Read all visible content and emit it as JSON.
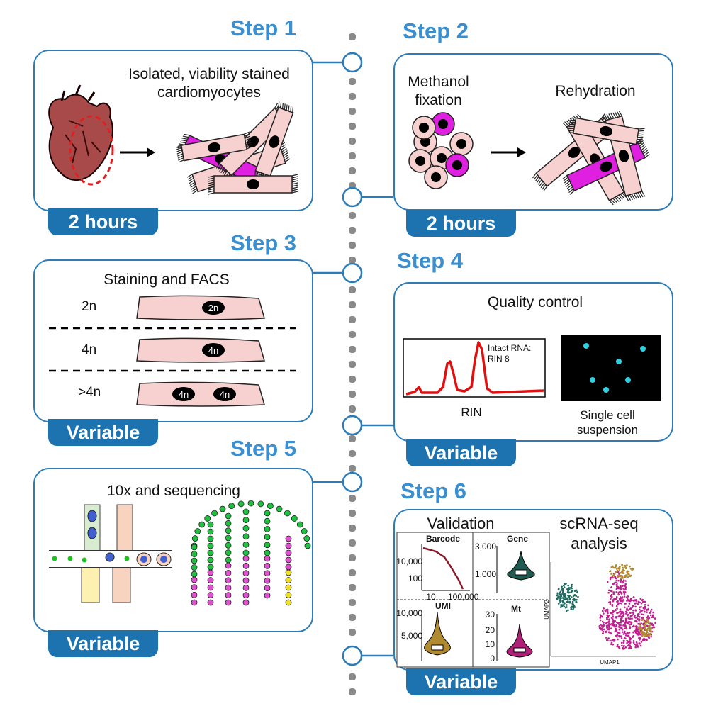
{
  "steps": [
    {
      "title": "Step 1",
      "text": "Isolated, viability stained cardiomyocytes",
      "time": "2 hours"
    },
    {
      "title": "Step 2",
      "text_left": "Methanol fixation",
      "text_right": "Rehydration",
      "time": "2 hours"
    },
    {
      "title": "Step 3",
      "text": "Staining and FACS",
      "time": "Variable",
      "rows": [
        {
          "label": "2n",
          "nuclei": [
            "2n"
          ]
        },
        {
          "label": "4n",
          "nuclei": [
            "4n"
          ]
        },
        {
          "label": ">4n",
          "nuclei": [
            "4n",
            "4n"
          ]
        }
      ]
    },
    {
      "title": "Step 4",
      "text": "Quality control",
      "rin_annot": "Intact RNA: RIN 8",
      "rin_caption": "RIN",
      "cell_caption": "Single cell suspension",
      "time": "Variable"
    },
    {
      "title": "Step 5",
      "text": "10x and sequencing",
      "time": "Variable"
    },
    {
      "title": "Step 6",
      "text_left": "Validation",
      "text_right": "scRNA-seq analysis",
      "time": "Variable",
      "mini_plots": [
        {
          "title": "Barcode",
          "yticks": [
            "10,000",
            "100"
          ],
          "xticks": [
            "10",
            "100,000"
          ]
        },
        {
          "title": "Gene",
          "yticks": [
            "3,000",
            "1,000"
          ]
        },
        {
          "title": "UMI",
          "yticks": [
            "10,000",
            "5,000"
          ]
        },
        {
          "title": "Mt",
          "yticks": [
            "30",
            "20",
            "10",
            "0"
          ]
        }
      ],
      "umap": {
        "xlabel": "UMAP1",
        "ylabel": "UMAP2"
      }
    }
  ],
  "colors": {
    "accent": "#3a8fd0",
    "border": "#2b7cb8",
    "tab": "#1c73b0",
    "magenta": "#e020e0",
    "pink": "#f7d0d0",
    "rin_line": "#e01010",
    "cyan": "#30d0e0"
  }
}
